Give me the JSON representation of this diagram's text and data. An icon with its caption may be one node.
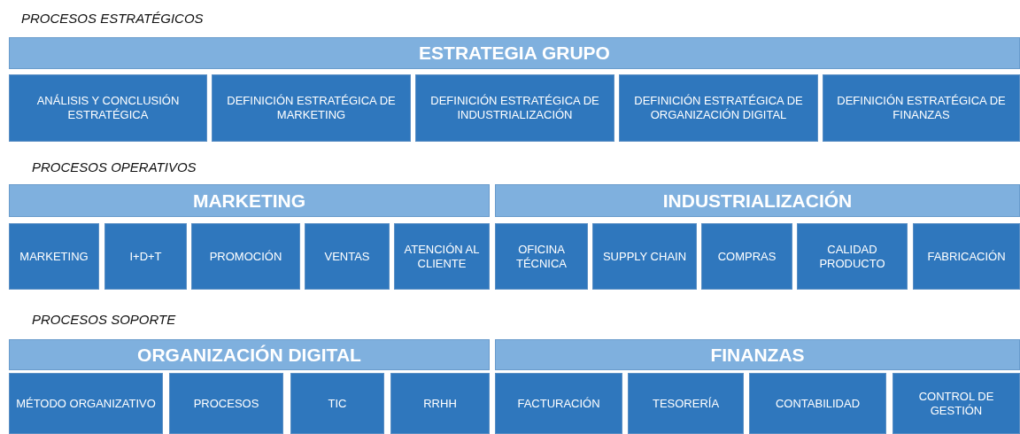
{
  "diagram": {
    "nodes": [
      {
        "text": [
          "ESTRATEGIA GRUPO"
        ]
      },
      {
        "text": [
          "ANÁLISIS Y CONCLUSIÓN ESTRATÉGICA"
        ]
      },
      {
        "text": [
          "DEFINICIÓN ESTRATÉGICA DE MARKETING"
        ]
      },
      {
        "text": [
          "DEFINICIÓN ESTRATÉGICA DE INDUSTRIALIZACIÓN"
        ]
      },
      {
        "text": [
          "DEFINICIÓN ESTRATÉGICA DE ORGANIZACIÓN DIGITAL"
        ]
      },
      {
        "text": [
          "DEFINICIÓN ESTRATÉGICA DE FINANZAS"
        ]
      },
      {
        "text": [
          "MARKETING"
        ]
      },
      {
        "text": [
          "INDUSTRIALIZACIÓN"
        ]
      },
      {
        "text": [
          "MARKETING"
        ]
      },
      {
        "text": [
          "I+D+T"
        ]
      },
      {
        "text": [
          "PROMOCIÓN"
        ]
      },
      {
        "text": [
          "VENTAS"
        ]
      },
      {
        "text": [
          "ATENCIÓN AL CLIENTE"
        ]
      },
      {
        "text": [
          "OFICINA TÉCNICA"
        ]
      },
      {
        "text": [
          "SUPPLY CHAIN"
        ]
      },
      {
        "text": [
          "COMPRAS"
        ]
      },
      {
        "text": [
          "CALIDAD PRODUCTO"
        ]
      },
      {
        "text": [
          "FABRICACIÓN"
        ]
      },
      {
        "text": [
          "ORGANIZACIÓN DIGITAL"
        ]
      },
      {
        "text": [
          "FINANZAS"
        ]
      },
      {
        "text": [
          "MÉTODO ORGANIZATIVO"
        ]
      },
      {
        "text": [
          "PROCESOS"
        ]
      },
      {
        "text": [
          "TIC"
        ]
      },
      {
        "text": [
          "RRHH"
        ]
      },
      {
        "text": [
          "FACTURACIÓN"
        ]
      },
      {
        "text": [
          "TESORERÍA"
        ]
      },
      {
        "text": [
          "CONTABILIDAD"
        ]
      },
      {
        "text": [
          "CONTROL DE GESTIÓN"
        ]
      }
    ],
    "labels": [
      "PROCESOS ESTRATÉGICOS",
      "PROCESOS OPERATIVOS",
      "PROCESOS SOPORTE"
    ]
  }
}
